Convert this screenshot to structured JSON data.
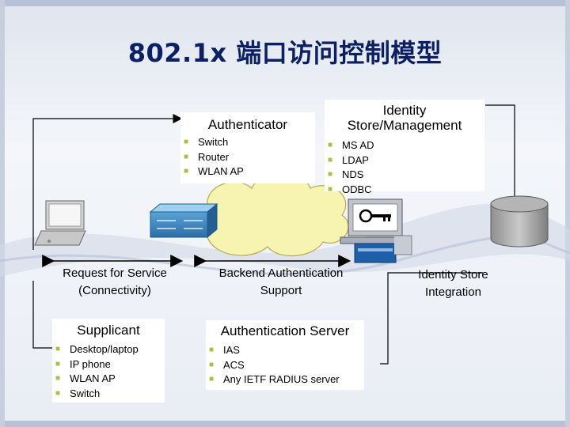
{
  "title": "802.1x 端口访问控制模型",
  "authenticator": {
    "heading": "Authenticator",
    "items": [
      "Switch",
      "Router",
      "WLAN AP"
    ]
  },
  "identity_store": {
    "heading_line1": "Identity",
    "heading_line2": "Store/Management",
    "items": [
      "MS AD",
      "LDAP",
      "NDS",
      "ODBC"
    ]
  },
  "supplicant": {
    "heading": "Supplicant",
    "items": [
      "Desktop/laptop",
      "IP phone",
      "WLAN AP",
      "Switch"
    ]
  },
  "auth_server": {
    "heading": "Authentication Server",
    "items": [
      "IAS",
      "ACS",
      "Any IETF RADIUS server"
    ]
  },
  "labels": {
    "request_line1": "Request for Service",
    "request_line2": "(Connectivity)",
    "backend_line1": "Backend Authentication",
    "backend_line2": "Support",
    "store_line1": "Identity Store",
    "store_line2": "Integration"
  },
  "colors": {
    "title": "#0b1f63",
    "bullet": "#a8c04a",
    "background_light": "#eef1f7",
    "background_wave": "#c5cfe0"
  },
  "icons": [
    "laptop-icon",
    "switch-icon",
    "cloud-icon",
    "server-icon",
    "key-icon",
    "database-icon"
  ]
}
